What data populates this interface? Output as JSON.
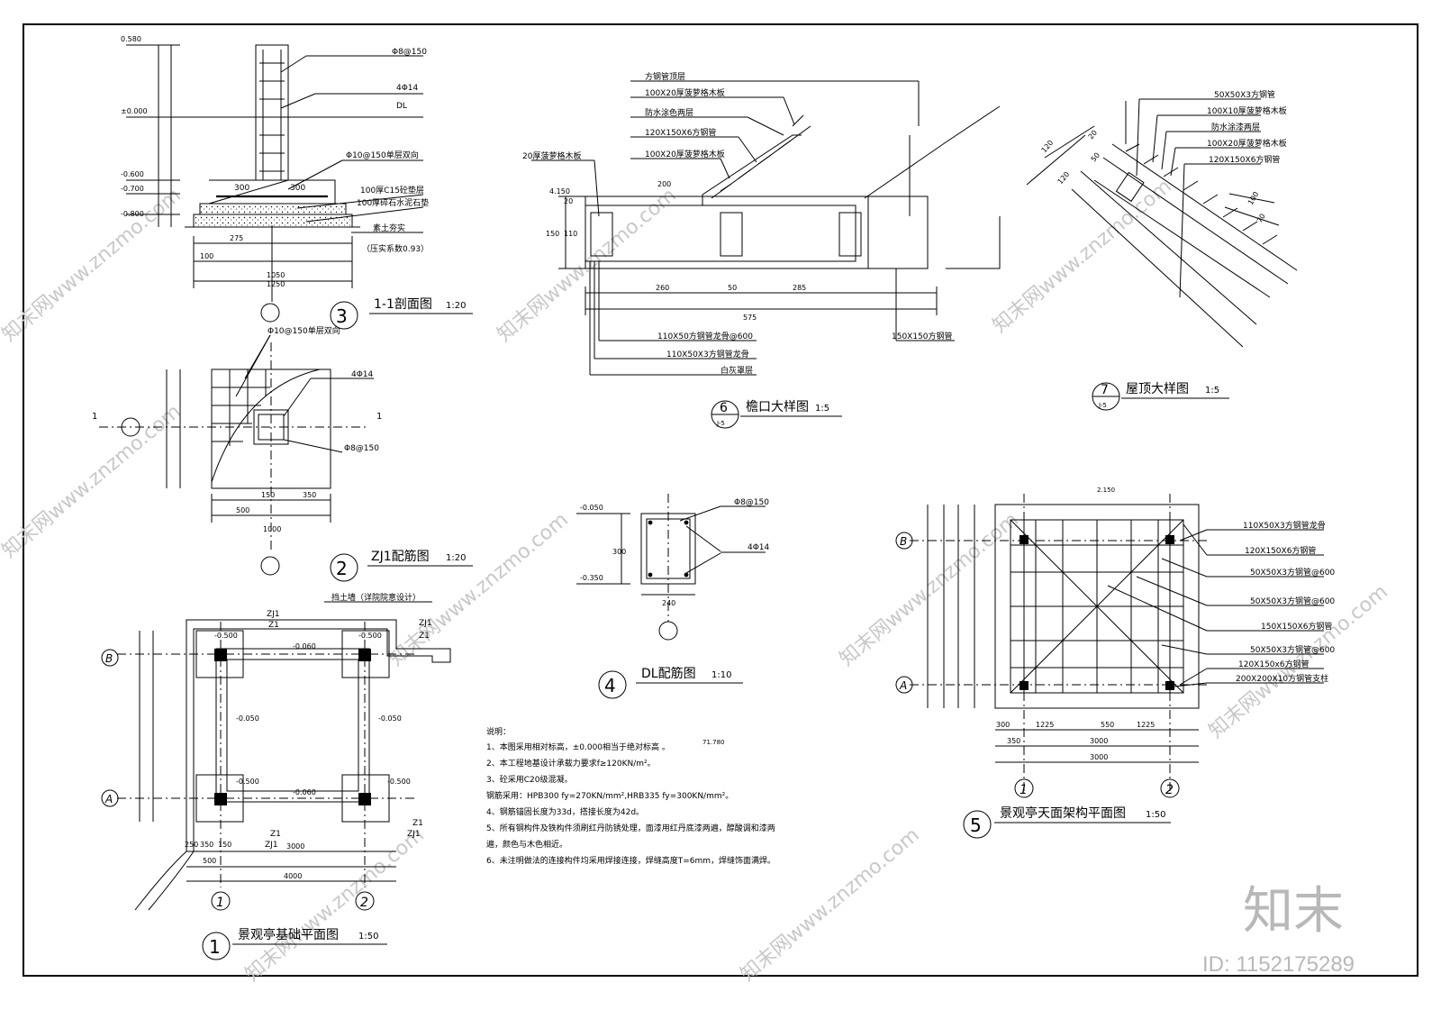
{
  "views": {
    "v1": {
      "num": "1",
      "title": "景观亭基础平面图",
      "scale": "1:50",
      "axisA": "A",
      "axisB": "B",
      "grid1": "1",
      "grid2": "2",
      "soil_note": "挡土墙（详院院意设计）",
      "zj1": "ZJ1",
      "z1": "Z1",
      "lv_050": "-0.500",
      "lv_060": "-0.060",
      "lv_0050": "-0.050",
      "dim_total": "4000",
      "dim_mid": "3000",
      "dim_500": "500",
      "dim_150": "150",
      "dim_350": "350",
      "dim_250": "250"
    },
    "v2": {
      "num": "2",
      "title": "ZJ1配筋图",
      "scale": "1:20",
      "rebar1": "Φ10@150单层双向",
      "rebar2": "4Φ14",
      "rebar3": "Φ8@150",
      "sec": "1",
      "dim_1000": "1000",
      "dim_500": "500",
      "dim_150": "150",
      "dim_350": "350"
    },
    "v3": {
      "num": "3",
      "title": "1-1剖面图",
      "scale": "1:20",
      "r1": "Φ8@150",
      "r2": "4Φ14",
      "r3": "DL",
      "r4": "Φ10@150单层双向",
      "l1": "100厚C15砼垫层",
      "l2": "100厚碎石水泥石垫",
      "l3": "素土夯实",
      "l4": "（压实系数0.93）",
      "e1": "0.580",
      "e2": "±0.000",
      "e3": "-0.600",
      "e4": "-0.700",
      "e5": "-0.800",
      "w300a": "300",
      "w300b": "300",
      "d100": "100",
      "d1050": "1050",
      "d275": "275",
      "d1250": "1250"
    },
    "v4": {
      "num": "4",
      "title": "DL配筋图",
      "scale": "1:10",
      "r1": "Φ8@150",
      "r2": "4Φ14",
      "e1": "-0.050",
      "e2": "-0.350",
      "h": "300",
      "w": "240"
    },
    "v5": {
      "num": "5",
      "title": "景观亭天面架构平面图",
      "scale": "1:50",
      "axisA": "A",
      "axisB": "B",
      "grid1": "1",
      "grid2": "2",
      "elev": "2.150",
      "notes": [
        "110X50X3方钢管龙骨",
        "120X150X6方钢管",
        "50X50X3方钢管@600",
        "50X50X3方钢管@600",
        "150X150X6方钢管",
        "50X50X3方钢管@600",
        "120X150x6方钢管",
        "200X200X10方钢管支柱"
      ],
      "dim_3000": "3000",
      "dim_1225": "1225",
      "dim_550": "550",
      "dim_300": "300",
      "dim_350": "350"
    },
    "v6": {
      "num": "6",
      "sub": "J-5",
      "title": "檐口大样图",
      "scale": "1:5",
      "notes": [
        "方钢管顶层",
        "100X20厚菠萝格木板",
        "防水涂色两层",
        "120X150X6方钢管",
        "100X20厚菠萝格木板",
        "20厚菠萝格木板"
      ],
      "bottom_notes": [
        "110X50方钢管龙骨@600",
        "110X50X3方钢管龙骨",
        "白灰罩层",
        "150X150方钢管"
      ],
      "d575": "575",
      "d150": "150",
      "d110": "110",
      "d20": "20",
      "d50": "50",
      "d285": "285",
      "d260": "260",
      "e": "4.150",
      "d200": "200"
    },
    "v7": {
      "num": "7",
      "sub": "J-5",
      "title": "屋顶大样图",
      "scale": "1:5",
      "notes": [
        "50X50X3方钢管",
        "100X10厚菠萝格木板",
        "防水涂漆两层",
        "100X20厚菠萝格木板",
        "120X150X6方钢管"
      ],
      "d120": "120",
      "d50": "50",
      "d20": "20",
      "d100": "100",
      "d70": "70"
    }
  },
  "remarks": {
    "heading": "说明：",
    "lines": [
      "1、本图采用相对标高，±0.000相当于绝对标高      。",
      "2、本工程地基设计承载力要求f≥120KN/m²。",
      "3、砼采用C20级混凝。",
      "   钢筋采用：HPB300 fy=270KN/mm²,HRB335 fy=300KN/mm²。",
      "4、钢筋锚固长度为33d，搭接长度为42d。",
      "5、所有钢构件及铁构件须刷红丹防锈处理，面漆用红丹底漆两遍，醇酸调和漆两",
      "   遍，颜色与木色相近。",
      "6、未注明做法的连接构件均采用焊接连接，焊缝高度T=6mm，焊缝饰面满焊。"
    ],
    "elev_tag": "71.780"
  },
  "watermarks": [
    "知末网www.znzmo.com",
    "知末网www.znzmo.com",
    "知末网www.znzmo.com",
    "知末网www.znzmo.com",
    "知末网www.znzmo.com",
    "知末网www.znzmo.com",
    "知末网www.znzmo.com",
    "知末网www.znzmo.com",
    "知末网www.znzmo.com"
  ],
  "brand": {
    "logo": "知末",
    "id": "ID: 1152175289"
  }
}
